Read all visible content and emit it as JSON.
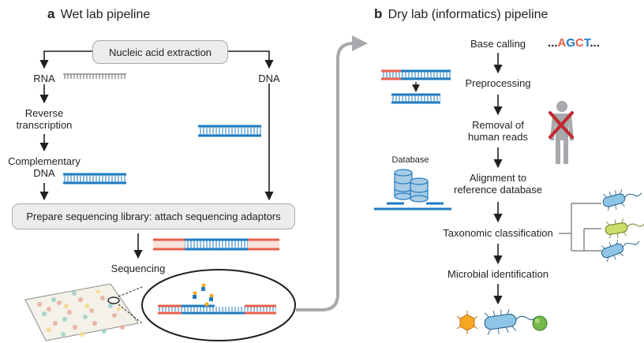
{
  "panel_a": {
    "letter": "a",
    "title": "Wet lab pipeline",
    "extraction": "Nucleic acid extraction",
    "rna": "RNA",
    "dna": "DNA",
    "reverse_1": "Reverse",
    "reverse_2": "transcription",
    "complementary_1": "Complementary",
    "complementary_2": "DNA",
    "prepare": "Prepare sequencing library: attach sequencing adaptors",
    "sequencing": "Sequencing"
  },
  "panel_b": {
    "letter": "b",
    "title": "Dry lab (informatics) pipeline",
    "base_calling": "Base calling",
    "seq_dots_left": "...",
    "seq_letters": [
      "A",
      "G",
      "C",
      "T"
    ],
    "seq_dots_right": "...",
    "preprocessing": "Preprocessing",
    "removal_1": "Removal of",
    "removal_2": "human reads",
    "database": "Database",
    "alignment_1": "Alignment to",
    "alignment_2": "reference database",
    "taxonomic": "Taxonomic classification",
    "microbial": "Microbial identification"
  },
  "colors": {
    "dna_blue": "#1f7bc1",
    "adaptor_red": "#e8604c",
    "arrow_gray": "#a7a9ac",
    "rna_gray": "#8a8c8e",
    "cross_red": "#c2272d",
    "base_a": "#e8604c",
    "base_g": "#1f7bc1",
    "base_c": "#e8604c",
    "base_t": "#1f7bc1"
  },
  "icons": [
    "database-icon",
    "human-silhouette-icon",
    "red-cross-icon",
    "phylogenetic-tree-icon",
    "bacterium-icon",
    "virus-icon",
    "fungus-icon",
    "flow-cell-icon",
    "magnifier-ellipse-icon"
  ]
}
